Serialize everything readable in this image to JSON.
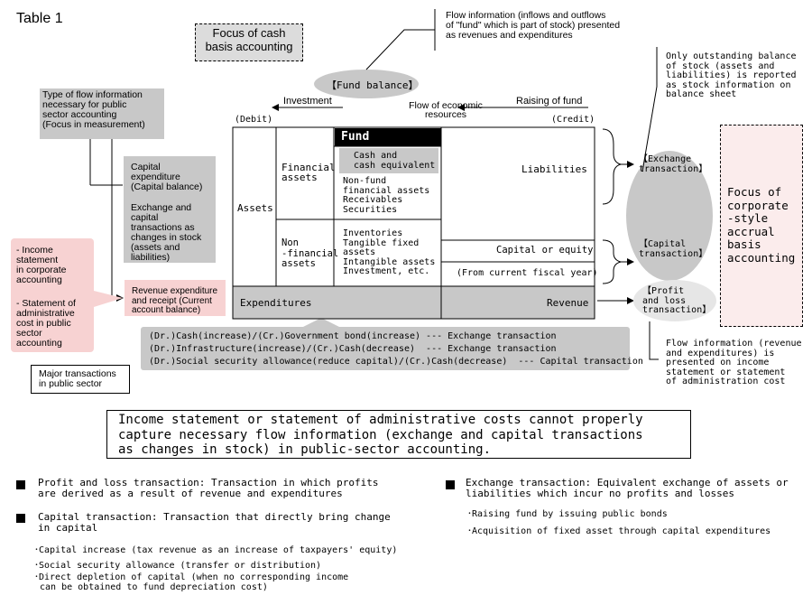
{
  "title": "Table 1",
  "focus_cash": "Focus of cash\nbasis accounting",
  "flow_info_top": "Flow information (inflows and outflows\nof \"fund\" which is part of stock) presented\nas revenues and expenditures",
  "fund_balance": "【Fund balance】",
  "outstanding_balance": "Only outstanding balance\nof stock (assets and\nliabilities) is reported\nas stock information on\nbalance sheet",
  "type_of_flow": "Type of flow information\nnecessary for public\nsector accounting\n(Focus in measurement)",
  "capital_expenditure": "Capital\nexpenditure\n(Capital balance)",
  "exchange_capital_changes": "Exchange and\ncapital\ntransactions as\nchanges in stock\n(assets and\nliabilities)",
  "income_statement_item": "- Income\n  statement\n  in corporate\n  accounting",
  "statement_admin_item": "- Statement of\n  administrative\n  cost in public\n  sector\n  accounting",
  "revenue_expenditure_receipt": "Revenue expenditure\nand receipt (Current\naccount balance)",
  "investment": "Investment",
  "flow_economic": "Flow of economic\nresources",
  "raising_fund": "Raising of fund",
  "debit": "(Debit)",
  "credit": "(Credit)",
  "balance": {
    "assets": "Assets",
    "financial_assets": "Financial\nassets",
    "fund": "Fund",
    "cash": "Cash and\ncash equivalent",
    "nonfund": "Non-fund\nfinancial assets\n  Receivables\n  Securities",
    "nonfinancial": "Non\n-financial\nassets",
    "inventories": "Inventories\nTangible fixed\n          assets\nIntangible assets\nInvestment, etc.",
    "liabilities": "Liabilities",
    "capital_equity": "Capital or equity",
    "from_current_year": "(From current fiscal year)",
    "expenditures": "Expenditures",
    "revenue": "Revenue"
  },
  "exchange_transaction": "【Exchange\ntransaction】",
  "capital_transaction": "【Capital\ntransaction】",
  "focus_corporate": "Focus of\ncorporate\n-style\naccrual\nbasis\naccounting",
  "profit_loss_transaction": "【Profit\n  and loss\n  transaction】",
  "journal": [
    "(Dr.)Cash(increase)/(Cr.)Government bond(increase) --- Exchange transaction",
    "(Dr.)Infrastructure(increase)/(Cr.)Cash(decrease)  --- Exchange transaction",
    "(Dr.)Social security allowance(reduce capital)/(Cr.)Cash(decrease)  --- Capital transaction"
  ],
  "flow_info_bottom": "Flow information (revenue\nand expenditures) is\npresented on income\nstatement or statement\nof administration cost",
  "major_transactions": "Major transactions\nin public sector",
  "conclusion": "Income statement or statement of administrative costs cannot properly\ncapture necessary flow information (exchange and capital transactions\nas changes in stock) in public-sector accounting.",
  "definitions": {
    "profit_loss": "Profit and loss transaction: Transaction in which profits\nare derived as a result of revenue and expenditures",
    "capital": "Capital transaction: Transaction that directly bring change\nin capital",
    "capital_items": [
      "･Capital increase (tax revenue as an increase of taxpayers' equity)",
      "･Social security allowance (transfer or distribution)",
      "･Direct depletion of capital (when no corresponding income\n can be obtained to fund depreciation cost)"
    ],
    "exchange": "Exchange transaction: Equivalent exchange of assets or\nliabilities which incur no profits and losses",
    "exchange_items": [
      "･Raising fund by issuing public bonds",
      "･Acquisition of fixed asset through capital expenditures"
    ]
  }
}
